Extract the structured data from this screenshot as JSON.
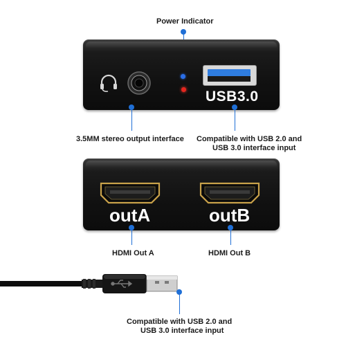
{
  "labels": {
    "power_indicator": "Power Indicator",
    "stereo_output": "3.5MM stereo output interface",
    "compatible_top_line1": "Compatible with USB 2.0 and",
    "compatible_top_line2": "USB 3.0 interface input",
    "hdmi_out_a": "HDMI Out A",
    "hdmi_out_b": "HDMI Out B",
    "compatible_bottom_line1": "Compatible with USB 2.0 and",
    "compatible_bottom_line2": "USB 3.0 interface input"
  },
  "ports": {
    "usb_label": "USB3.0",
    "out_a_label": "outA",
    "out_b_label": "outB"
  },
  "colors": {
    "accent": "#1f6fd6",
    "device_body": "#111111",
    "hdmi_gold": "#c9a24a",
    "usb_blue": "#2f7de0",
    "led_red": "#e5261f",
    "led_blue": "#2a6ee8"
  },
  "icons": {
    "headphone": "headphone-icon",
    "usb_symbol": "usb-trident-icon"
  }
}
